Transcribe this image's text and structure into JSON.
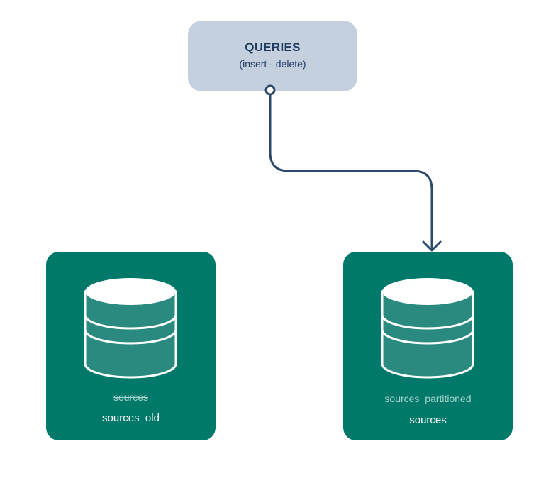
{
  "queries": {
    "title": "QUERIES",
    "subtitle": "(insert - delete)"
  },
  "tables": [
    {
      "struck_name": "sources",
      "current_name": "sources_old"
    },
    {
      "struck_name": "sources_partitioned",
      "current_name": "sources"
    }
  ],
  "colors": {
    "queries_fill": "#c5d0df",
    "queries_text": "#1d3a5f",
    "connector": "#2b4a6b",
    "card_fill": "#00796b",
    "db_body": "#2a8a7f",
    "db_outline": "#ffffff"
  },
  "icons": {
    "table_icon": "database-icon",
    "connector": "arrow-connector"
  }
}
